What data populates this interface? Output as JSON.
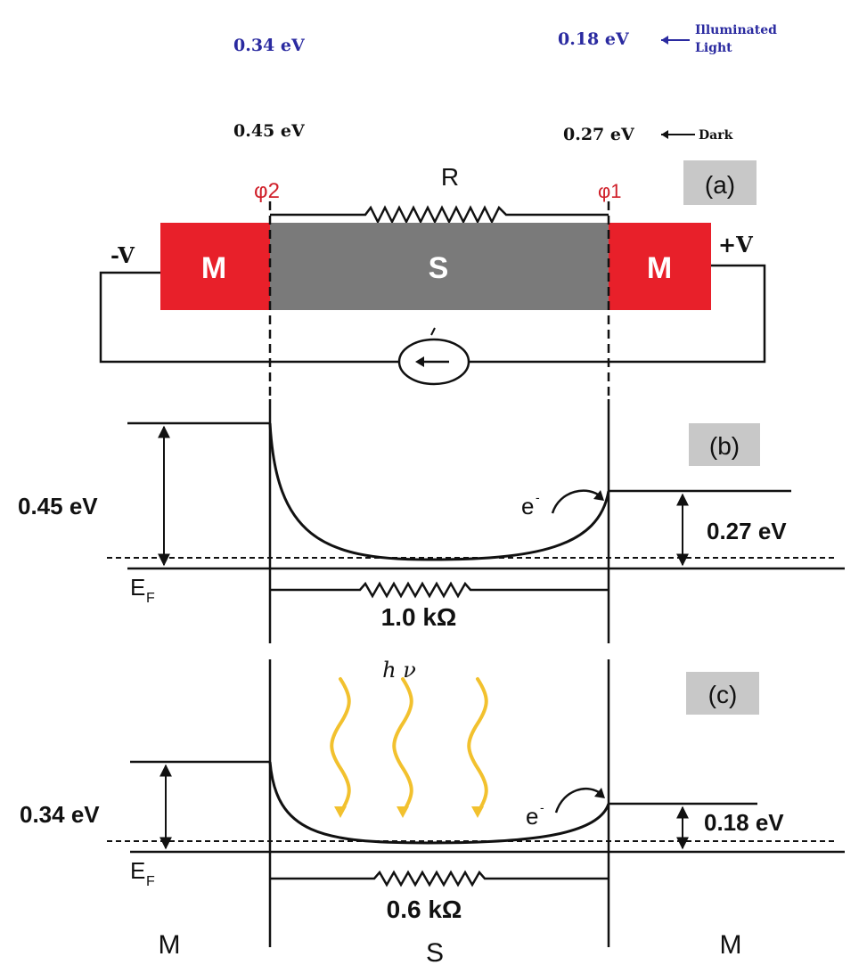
{
  "top": {
    "light_left": "0.34 eV",
    "light_right": "0.18 eV",
    "light_note_line1": "Illuminated",
    "light_note_line2": "Light",
    "dark_left": "0.45 eV",
    "dark_right": "0.27 eV",
    "dark_note": "Dark"
  },
  "panel_a": {
    "tag": "(a)",
    "phi_left": "φ2",
    "phi_right": "φ1",
    "resistor": "R",
    "metal_left": "M",
    "semiconductor": "S",
    "metal_right": "M",
    "voltage_left": "-V",
    "voltage_right": "+V"
  },
  "panel_b": {
    "tag": "(b)",
    "barrier_left": "0.45 eV",
    "barrier_right": "0.27 eV",
    "electron": "e",
    "fermi": "E",
    "fermi_sub": "F",
    "resistance": "1.0 kΩ"
  },
  "panel_c": {
    "tag": "(c)",
    "photon": "h ν",
    "barrier_left": "0.34 eV",
    "barrier_right": "0.18 eV",
    "electron": "e",
    "fermi": "E",
    "fermi_sub": "F",
    "resistance": "0.6 kΩ"
  },
  "bottom": {
    "left": "M",
    "middle": "S",
    "right": "M"
  },
  "colors": {
    "blue_text": "#2a2aa0",
    "metal": "#e8202a",
    "semiconductor": "#7a7a7a",
    "tag_bg": "#c8c8c8",
    "photon": "#f2c12e"
  }
}
